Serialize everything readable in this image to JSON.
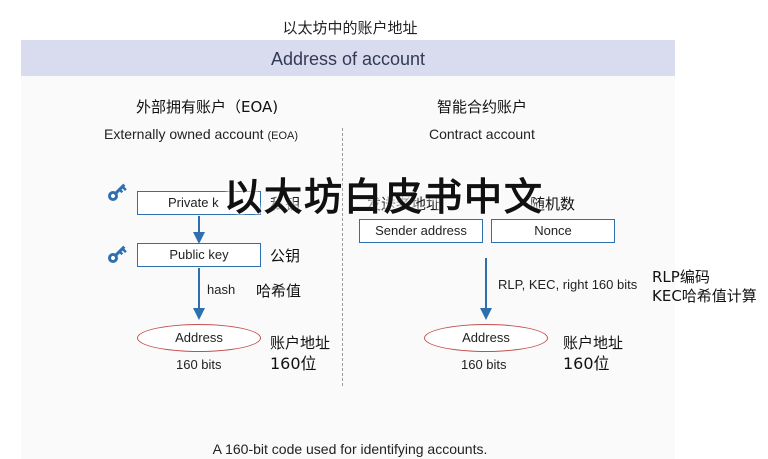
{
  "top_title": "以太坊中的账户地址",
  "banner_title": "Address of account",
  "left": {
    "title_zh": "外部拥有账户（EOA)",
    "title_en": "Externally owned account",
    "title_en_abbr": "(EOA)",
    "private_key_label": "Private k",
    "private_key_zh": "私钥",
    "public_key_label": "Public key",
    "public_key_zh": "公钥",
    "hash_label": "hash",
    "hash_zh": "哈希值",
    "address_label": "Address",
    "bits_label": "160 bits",
    "address_zh": "账户地址",
    "bits_zh": "160位"
  },
  "right": {
    "title_zh": "智能合约账户",
    "title_en": "Contract account",
    "sender_zh": "发送者地址",
    "nonce_zh": "随机数",
    "sender_label": "Sender address",
    "nonce_label": "Nonce",
    "rlp_label": "RLP, KEC, right 160 bits",
    "rlp_zh_1": "RLP编码",
    "rlp_zh_2": "KEC哈希值计算",
    "address_label": "Address",
    "bits_label": "160 bits",
    "address_zh": "账户地址",
    "bits_zh": "160位"
  },
  "watermark": "以太坊白皮书中文",
  "footer": "A 160-bit code used for identifying accounts.",
  "colors": {
    "banner": "#d9dcee",
    "box_border": "#2e6fb0",
    "arrow": "#2e6fb0",
    "ellipse_border": "#c0504d"
  },
  "icons": [
    "key-icon",
    "key-icon"
  ]
}
